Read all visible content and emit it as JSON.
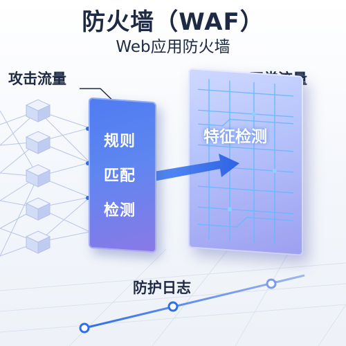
{
  "header": {
    "title": "防火墙（WAF）",
    "subtitle": "Web应用防火墙"
  },
  "labels": {
    "attack_traffic": "攻击流量",
    "normal_traffic": "正常流量",
    "protection_log": "防护日志"
  },
  "left_panel": {
    "items": [
      "规则",
      "匹配",
      "检测"
    ]
  },
  "right_panel": {
    "text": "特征检测"
  },
  "colors": {
    "accent_blue": "#2f6fe8",
    "node_fill": "#dfe6fb",
    "text_dark": "#1e2a44"
  }
}
